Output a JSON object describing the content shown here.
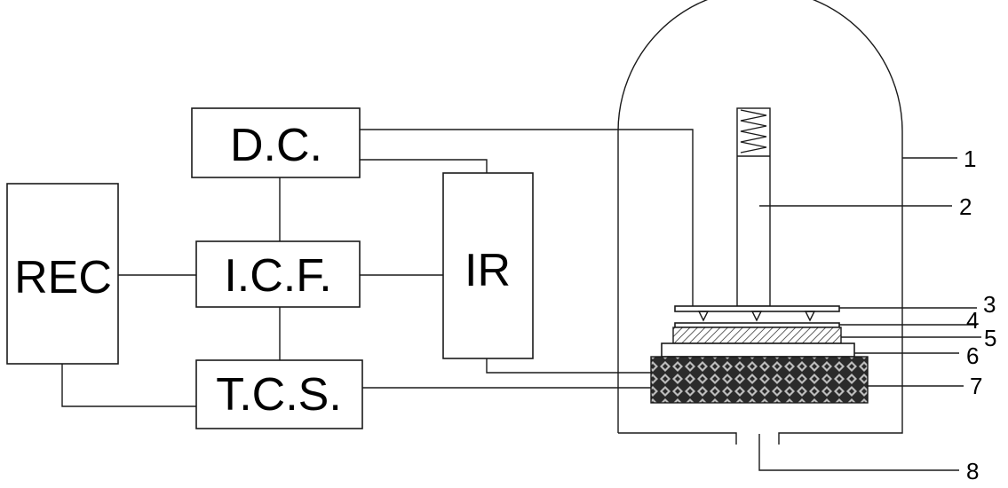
{
  "blocks": {
    "dc": "D.C.",
    "rec": "REC",
    "icf": "I.C.F.",
    "ir": "IR",
    "tcs": "T.C.S."
  },
  "callouts": [
    "1",
    "2",
    "3",
    "4",
    "5",
    "6",
    "7",
    "8"
  ]
}
